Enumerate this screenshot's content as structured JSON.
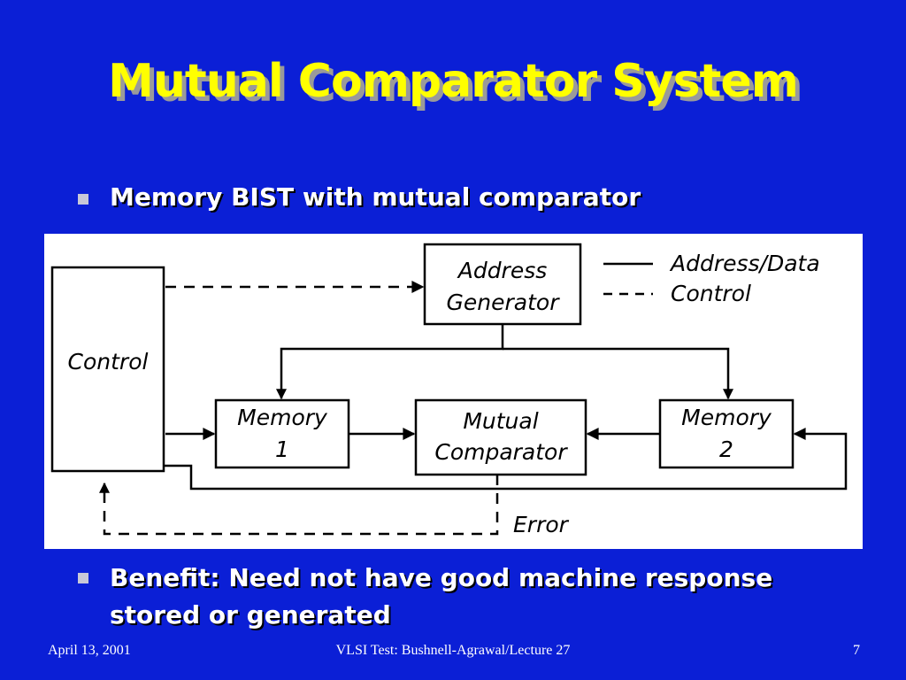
{
  "slide": {
    "title": "Mutual Comparator System",
    "bullets": [
      "Memory BIST with mutual comparator",
      "Benefit: Need not have good machine response stored or generated"
    ]
  },
  "diagram": {
    "blocks": {
      "control": "Control",
      "address_generator": [
        "Address",
        "Generator"
      ],
      "memory1": [
        "Memory",
        "1"
      ],
      "mutual_comparator": [
        "Mutual",
        "Comparator"
      ],
      "memory2": [
        "Memory",
        "2"
      ]
    },
    "legend": {
      "solid": "Address/Data",
      "dashed": "Control"
    },
    "error_label": "Error"
  },
  "footer": {
    "date": "April 13, 2001",
    "course": "VLSI Test: Bushnell-Agrawal/Lecture 27",
    "page": "7"
  },
  "colors": {
    "background": "#0b1fd6",
    "title": "#ffff00",
    "text": "#ffffff"
  }
}
